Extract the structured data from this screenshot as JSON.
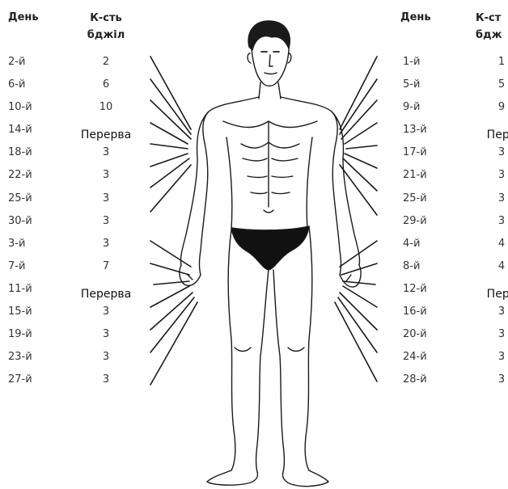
{
  "left_table": {
    "header_day": "День",
    "header_count_line1": "К-сть",
    "header_count_line2": "бджіл",
    "rows": [
      {
        "day": "2-й",
        "count": "2"
      },
      {
        "day": "6-й",
        "count": "6"
      },
      {
        "day": "10-й",
        "count": "10"
      },
      {
        "day": "14-й",
        "count": "Перерва"
      },
      {
        "day": "18-й",
        "count": "3"
      },
      {
        "day": "22-й",
        "count": "3"
      },
      {
        "day": "25-й",
        "count": "3"
      },
      {
        "day": "30-й",
        "count": "3"
      },
      {
        "day": "3-й",
        "count": "3"
      },
      {
        "day": "7-й",
        "count": "7"
      },
      {
        "day": "11-й",
        "count": "Перерва"
      },
      {
        "day": "15-й",
        "count": "3"
      },
      {
        "day": "19-й",
        "count": "3"
      },
      {
        "day": "23-й",
        "count": "3"
      },
      {
        "day": "27-й",
        "count": "3"
      }
    ]
  },
  "right_table": {
    "header_day": "День",
    "header_count_line1": "К-ст",
    "header_count_line2": "бдж",
    "rows": [
      {
        "day": "1-й",
        "count": "1"
      },
      {
        "day": "5-й",
        "count": "5"
      },
      {
        "day": "9-й",
        "count": "9"
      },
      {
        "day": "13-й",
        "count": "Пере"
      },
      {
        "day": "17-й",
        "count": "3"
      },
      {
        "day": "21-й",
        "count": "3"
      },
      {
        "day": "25-й",
        "count": "3"
      },
      {
        "day": "29-й",
        "count": "3"
      },
      {
        "day": "4-й",
        "count": "4"
      },
      {
        "day": "8-й",
        "count": "4"
      },
      {
        "day": "12-й",
        "count": "Пере"
      },
      {
        "day": "16-й",
        "count": "3"
      },
      {
        "day": "20-й",
        "count": "3"
      },
      {
        "day": "24-й",
        "count": "3"
      },
      {
        "day": "28-й",
        "count": "3"
      }
    ]
  }
}
